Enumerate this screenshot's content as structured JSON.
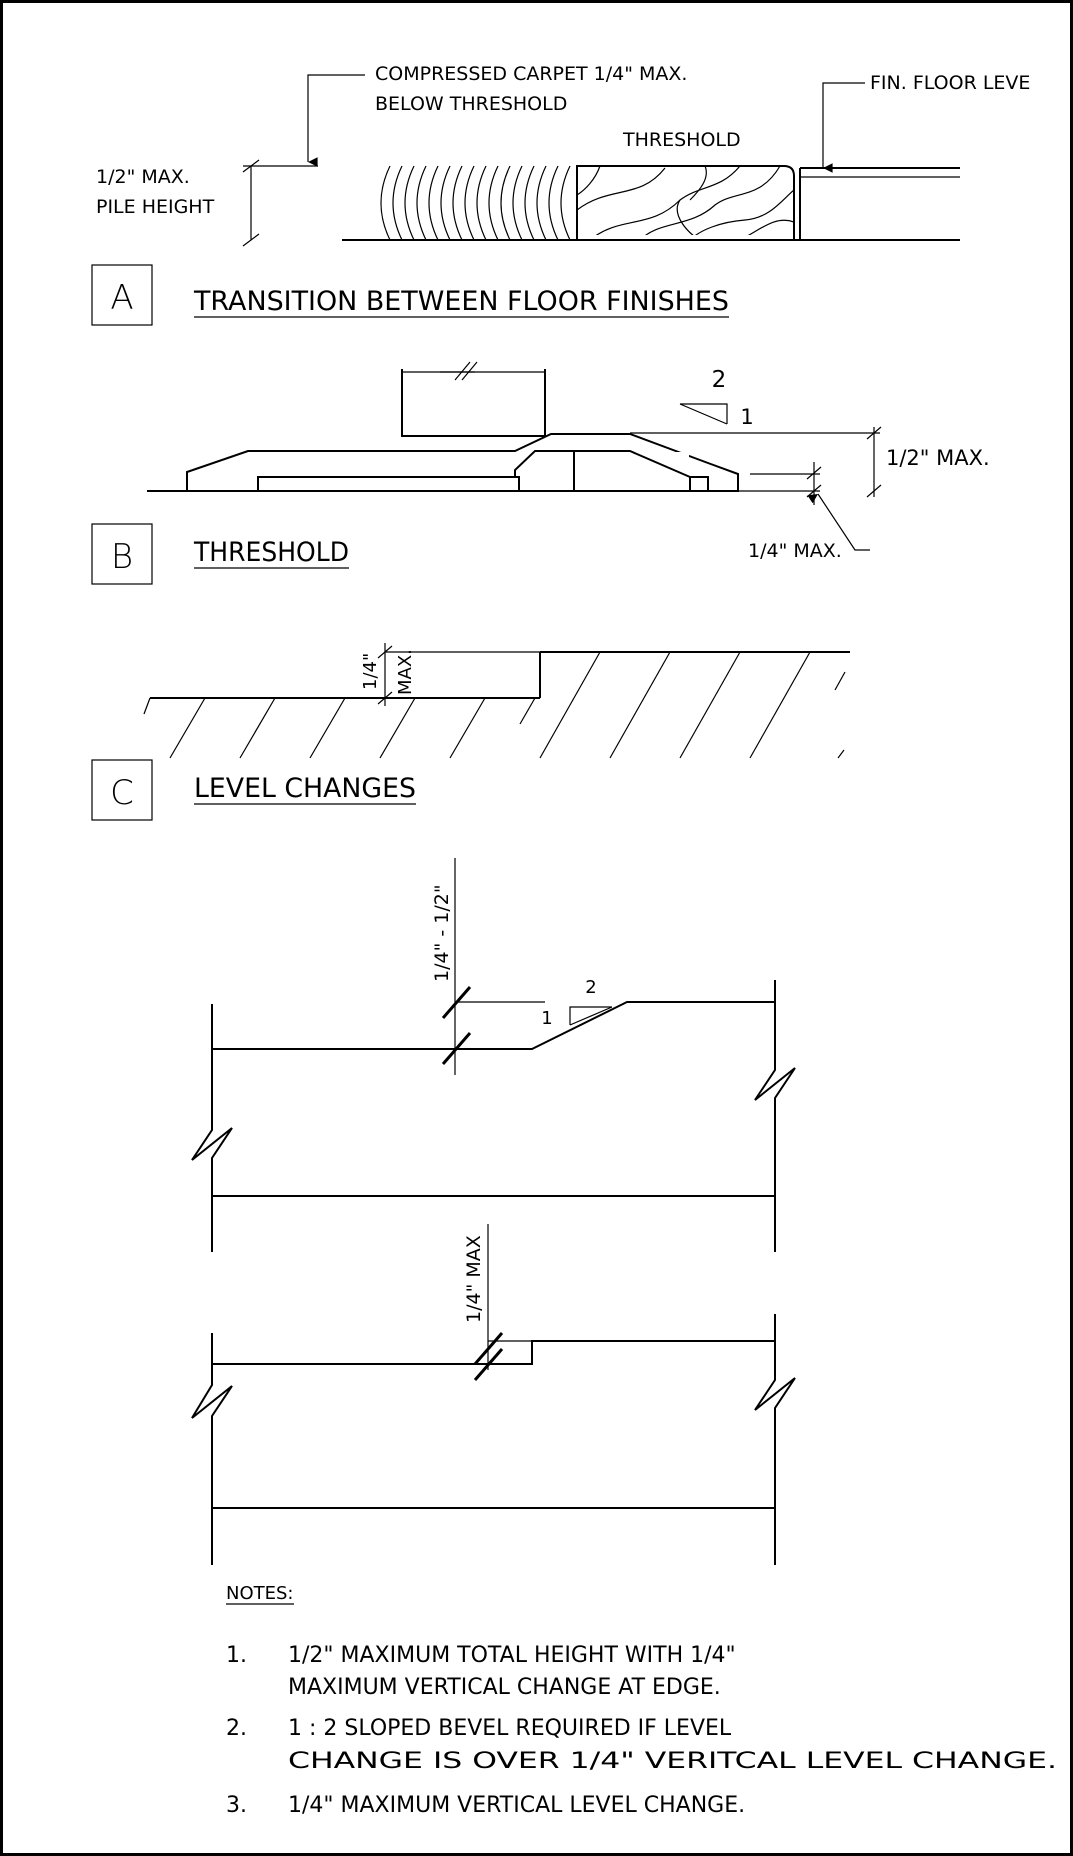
{
  "detail_a": {
    "tag": "A",
    "title": "TRANSITION BETWEEN FLOOR FINISHES",
    "callout_carpet_line1": "COMPRESSED CARPET 1/4\" MAX.",
    "callout_carpet_line2": "BELOW THRESHOLD",
    "callout_threshold": "THRESHOLD",
    "callout_floor": "FIN. FLOOR LEVE",
    "pile_line1": "1/2\" MAX.",
    "pile_line2": "PILE HEIGHT"
  },
  "detail_b": {
    "tag": "B",
    "title": "THRESHOLD",
    "slope_run": "2",
    "slope_rise": "1",
    "dim_total": "1/2\" MAX.",
    "dim_edge": "1/4\" MAX."
  },
  "detail_c": {
    "tag": "C",
    "title": "LEVEL CHANGES",
    "dim_value": "1/4\"",
    "dim_max": "MAX."
  },
  "detail_bevel": {
    "dim": "1/4\" - 1/2\"",
    "slope_rise": "1",
    "slope_run": "2"
  },
  "detail_step": {
    "dim": "1/4\" MAX"
  },
  "notes": {
    "heading": "NOTES:",
    "items": [
      {
        "num": "1.",
        "line1": "1/2\" MAXIMUM TOTAL HEIGHT WITH 1/4\"",
        "line2": "MAXIMUM VERTICAL CHANGE AT EDGE."
      },
      {
        "num": "2.",
        "line1": "1 : 2 SLOPED BEVEL REQUIRED IF LEVEL",
        "line2": "CHANGE IS OVER 1/4\" VERITCAL LEVEL CHANGE."
      },
      {
        "num": "3.",
        "line1": "1/4\" MAXIMUM VERTICAL LEVEL CHANGE.",
        "line2": ""
      }
    ]
  }
}
